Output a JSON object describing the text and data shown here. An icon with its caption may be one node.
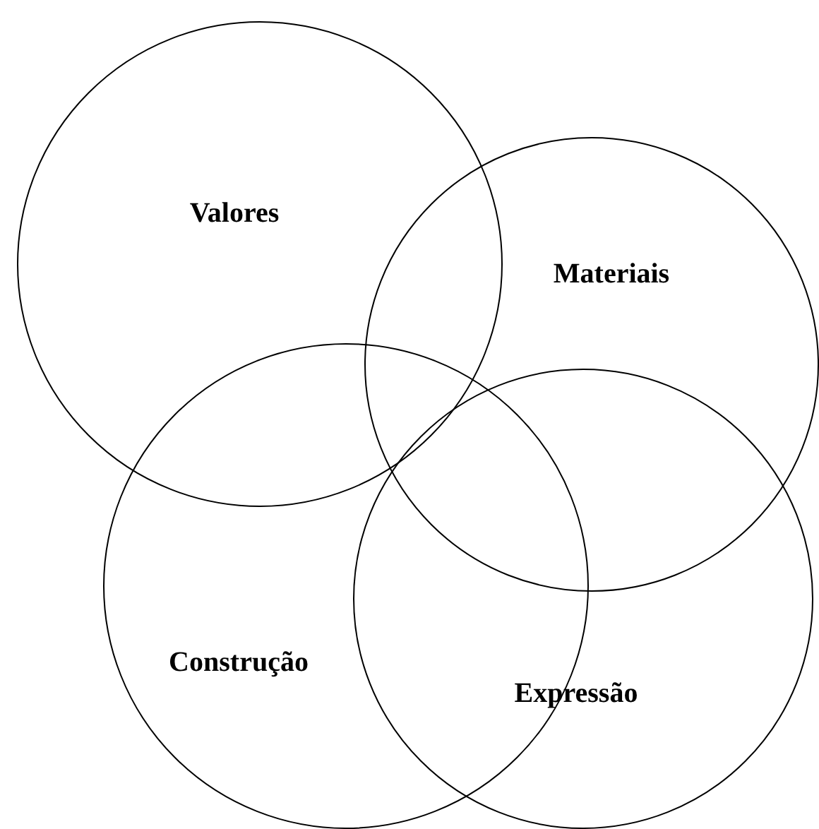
{
  "diagram": {
    "nodes": [
      {
        "text": [
          "Valores"
        ]
      },
      {
        "text": [
          "Materiais"
        ]
      },
      {
        "text": [
          "Construção"
        ]
      },
      {
        "text": [
          "Expressão"
        ]
      }
    ]
  }
}
